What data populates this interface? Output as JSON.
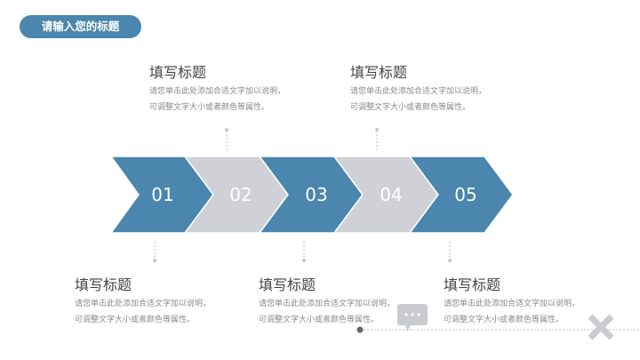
{
  "header": {
    "title": "请输入您的标题"
  },
  "steps": [
    {
      "number": "01",
      "color": "#4a86ad"
    },
    {
      "number": "02",
      "color": "#d0d1d6"
    },
    {
      "number": "03",
      "color": "#4a86ad"
    },
    {
      "number": "04",
      "color": "#d0d1d6"
    },
    {
      "number": "05",
      "color": "#4a86ad"
    }
  ],
  "blocks": [
    {
      "title": "填写标题",
      "line1": "请您单击此处添加合适文字加以说明，",
      "line2": "可调整文字大小或者颜色等属性。"
    },
    {
      "title": "填写标题",
      "line1": "请您单击此处添加合适文字加以说明，",
      "line2": "可调整文字大小或者颜色等属性。"
    },
    {
      "title": "填写标题",
      "line1": "请您单击此处添加合适文字加以说明，",
      "line2": "可调整文字大小或者颜色等属性。"
    },
    {
      "title": "填写标题",
      "line1": "请您单击此处添加合适文字加以说明，",
      "line2": "可调整文字大小或者颜色等属性。"
    },
    {
      "title": "填写标题",
      "line1": "请您单击此处添加合适文字加以说明，",
      "line2": "可调整文字大小或者颜色等属性。"
    }
  ],
  "colors": {
    "accent": "#4a86ad",
    "secondary": "#d0d1d6",
    "connector": "#c8c8c8"
  }
}
